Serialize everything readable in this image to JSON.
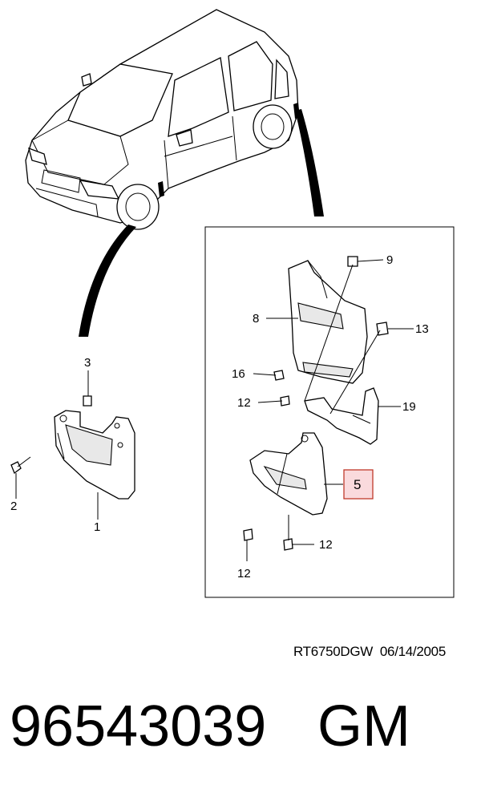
{
  "callouts": {
    "c1": "1",
    "c2": "2",
    "c3": "3",
    "c5": "5",
    "c8": "8",
    "c9": "9",
    "c12a": "12",
    "c12b": "12",
    "c12c": "12",
    "c13": "13",
    "c16": "16",
    "c19": "19"
  },
  "reference": {
    "code": "RT6750DGW",
    "date": "06/14/2005"
  },
  "footer": {
    "part_number": "96543039",
    "brand": "GM"
  },
  "colors": {
    "highlight_fill": "#fadadd",
    "highlight_stroke": "#c0392b"
  }
}
